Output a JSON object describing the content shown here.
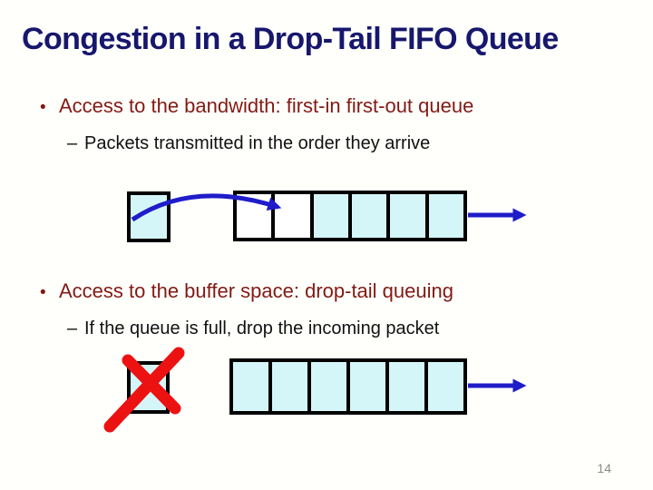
{
  "slide": {
    "title": "Congestion in a Drop-Tail FIFO Queue",
    "page_number": "14"
  },
  "bullets": [
    {
      "marker": "•",
      "text": "Access to the bandwidth: first-in first-out queue",
      "sub_marker": "–",
      "sub_text": "Packets transmitted in the order they arrive"
    },
    {
      "marker": "•",
      "text": "Access to the buffer space: drop-tail queuing",
      "sub_marker": "–",
      "sub_text": "If the queue is full, drop the incoming packet"
    }
  ],
  "diagrams": [
    {
      "name": "fifo-transmission",
      "incoming_packet": "full",
      "cells": [
        "empty",
        "empty",
        "full",
        "full",
        "full",
        "full"
      ],
      "incoming_dropped": false
    },
    {
      "name": "drop-tail-full-queue",
      "incoming_packet": "full",
      "cells": [
        "full",
        "full",
        "full",
        "full",
        "full",
        "full"
      ],
      "incoming_dropped": true
    }
  ],
  "colors": {
    "background": "#fffffc",
    "title_text": "#17176d",
    "bullet_text": "#821a14",
    "body_text": "#111111",
    "packet_fill": "#d5f6f8",
    "packet_empty": "#ffffff",
    "packet_border": "#000000",
    "arrow_blue": "#1f1cc9",
    "drop_x_red": "#ec1212",
    "page_number_text": "#8a8a8a"
  }
}
